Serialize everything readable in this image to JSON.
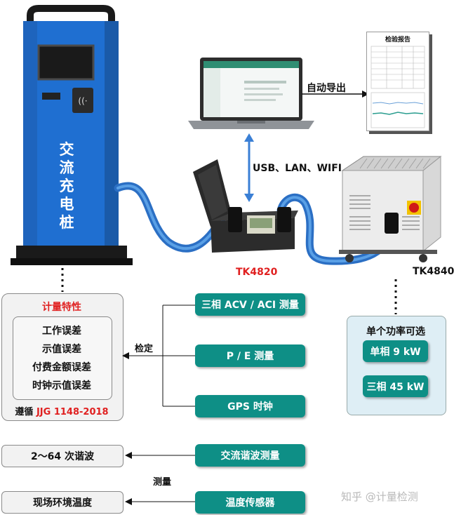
{
  "charger": {
    "label_chars": [
      "交",
      "流",
      "充",
      "电",
      "桩"
    ]
  },
  "laptop": {
    "export_label": "自动导出"
  },
  "report": {
    "title": "检验报告"
  },
  "connection": {
    "label": "USB、LAN、WIFI"
  },
  "devices": {
    "tk4820": "TK4820",
    "tk4840": "TK4840"
  },
  "metrology": {
    "title": "计量特性",
    "items": [
      "工作误差",
      "示值误差",
      "付费金额误差",
      "时钟示值误差"
    ],
    "standard_prefix": "遵循",
    "standard_code": "JJG 1148-2018"
  },
  "verify_label": "检定",
  "measure_label": "测量",
  "functions": {
    "acv": "三相 ACV / ACI 测量",
    "pe": "P / E 测量",
    "gps": "GPS 时钟",
    "harmonic": "交流谐波测量",
    "temp": "温度传感器"
  },
  "harmonics_box": "2～64 次谐波",
  "temperature_box": "现场环境温度",
  "power": {
    "title": "单个功率可选",
    "single": "单相 9 kW",
    "three": "三相 45 kW"
  },
  "watermark": "知乎 @计量检测"
}
